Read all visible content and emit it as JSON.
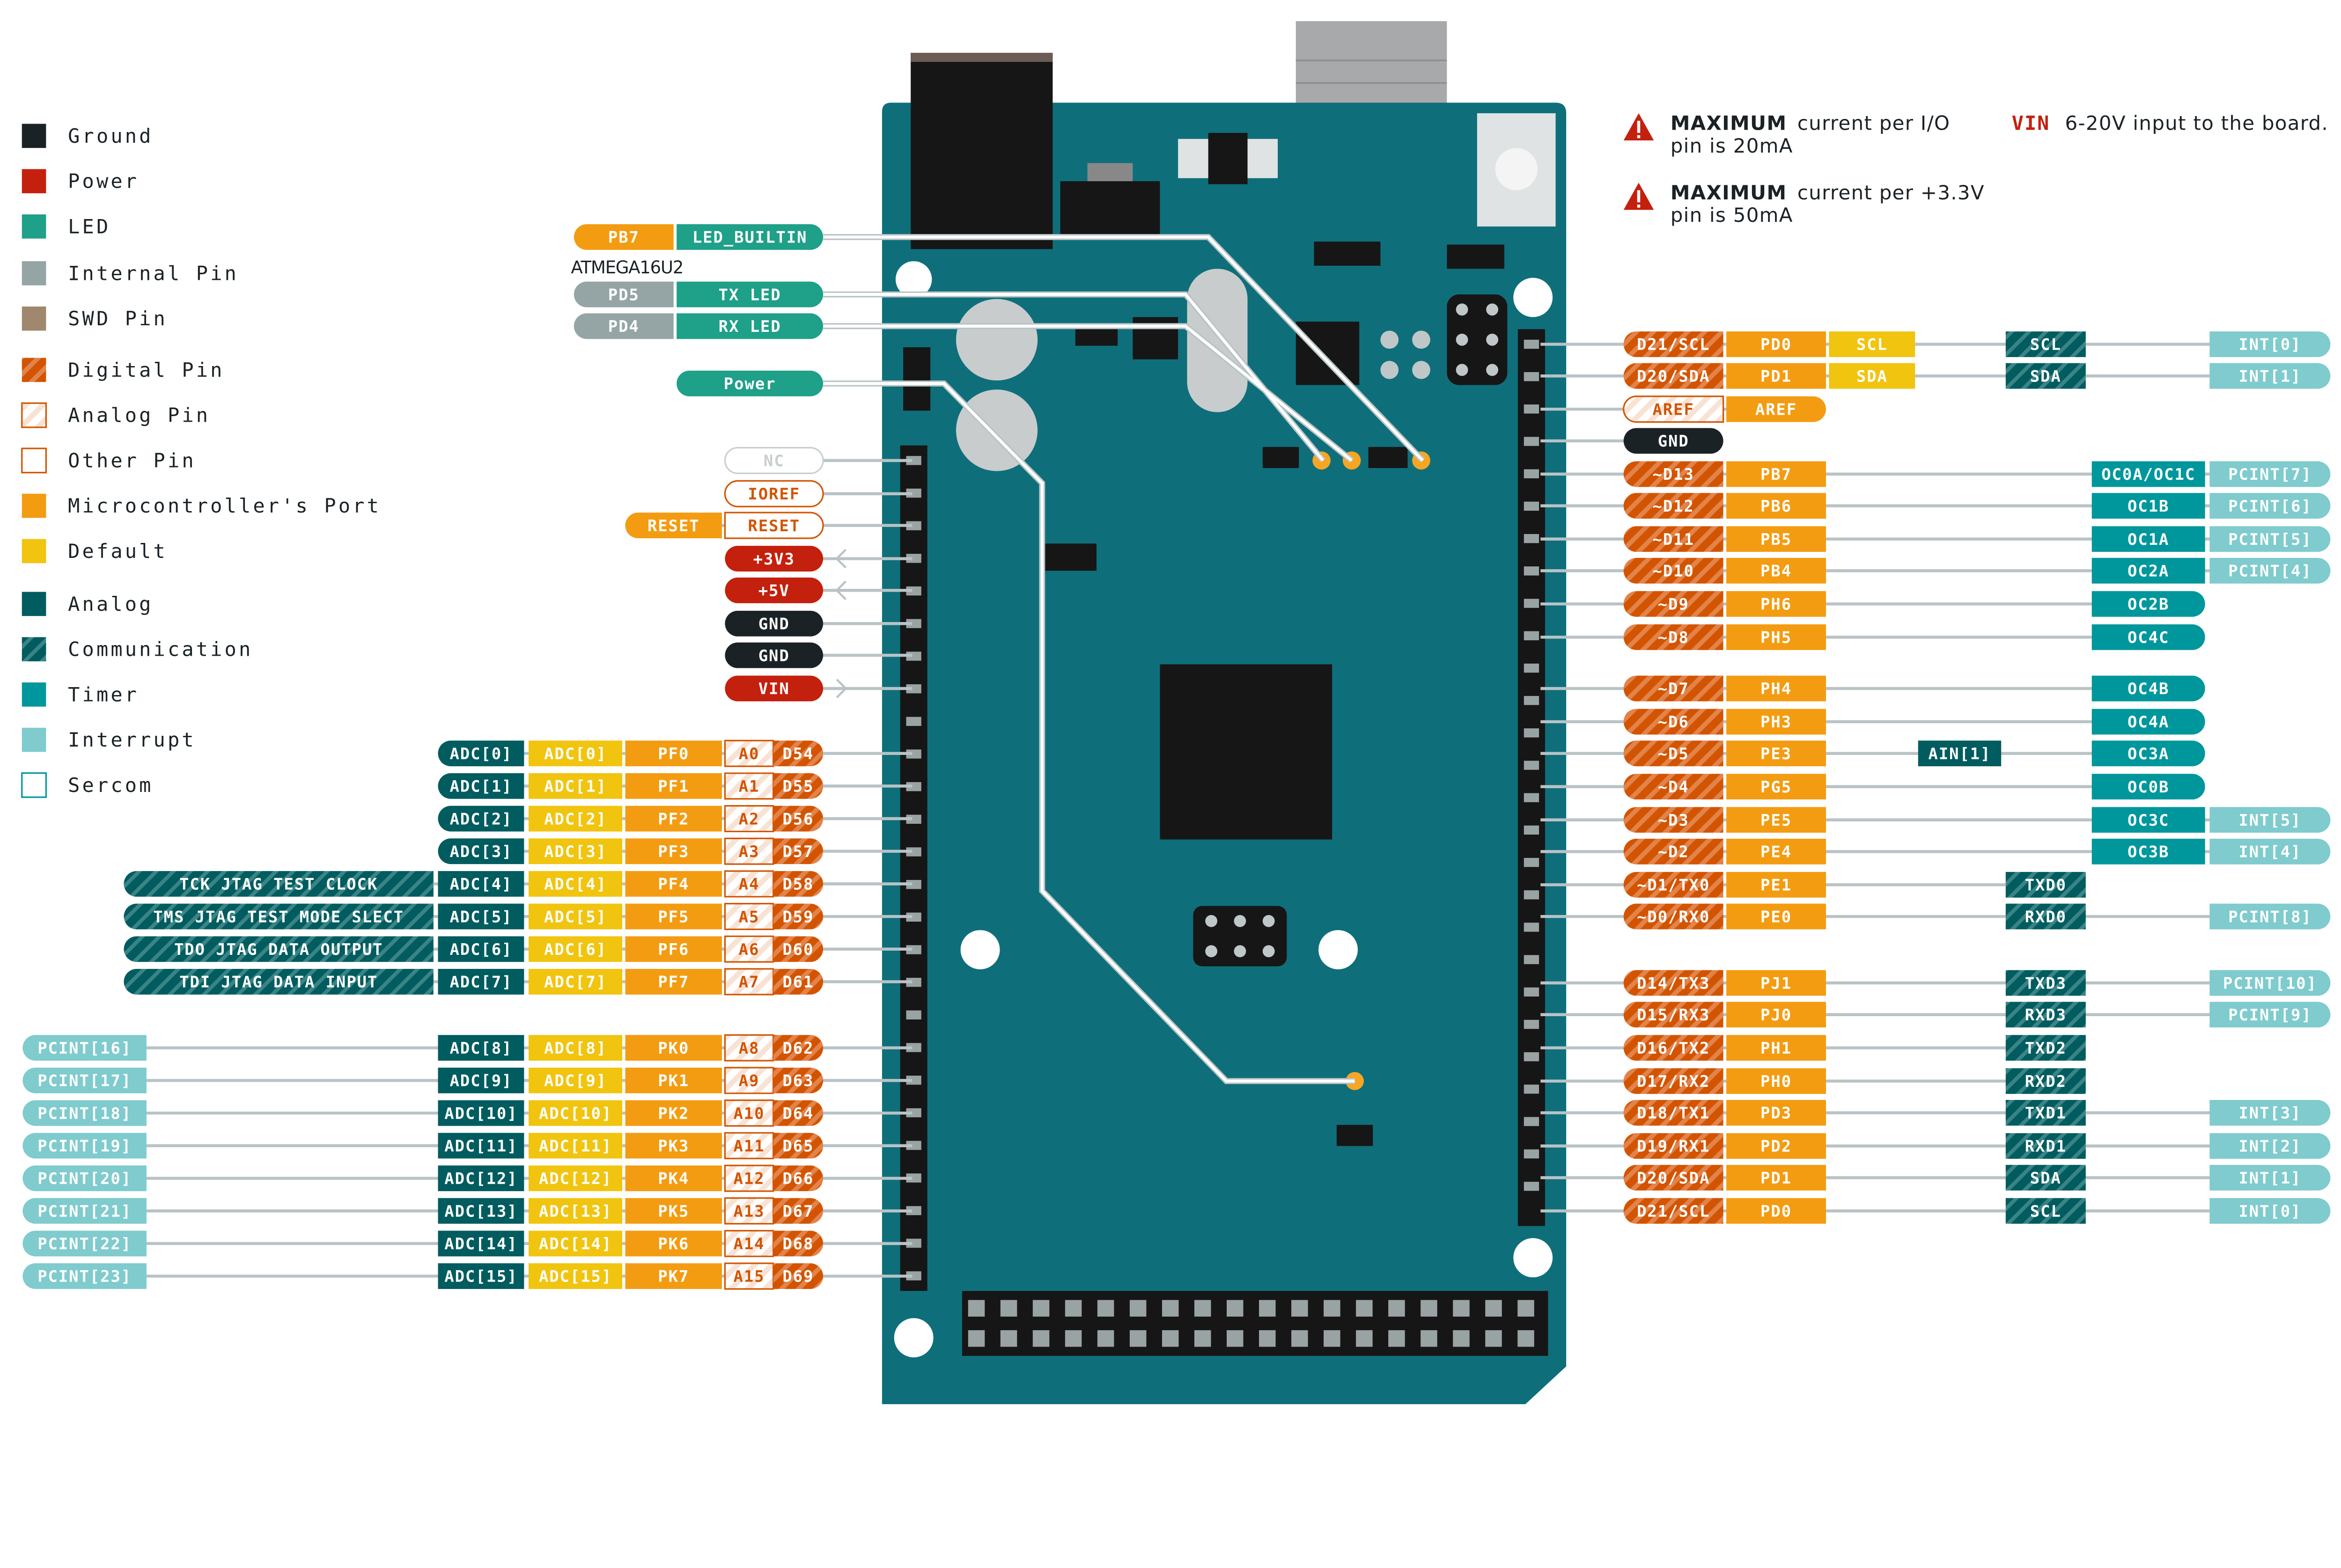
{
  "colors": {
    "ground": "#1b2226",
    "power": "#c4200e",
    "led": "#1fa088",
    "internal": "#95a5a6",
    "swd": "#a0886e",
    "digital": "#d35400",
    "apin": "#ffffff",
    "other": "#ffffff",
    "port": "#f39c12",
    "default": "#f1c40f",
    "analog": "#005c5f",
    "comm": "#005c5f",
    "timer": "#00979c",
    "interrupt": "#7fcbcd",
    "board": "#0e6f7b"
  },
  "legend": [
    {
      "kind": "ground",
      "label": "Ground"
    },
    {
      "kind": "power",
      "label": "Power"
    },
    {
      "kind": "led",
      "label": "LED"
    },
    {
      "kind": "internal",
      "label": "Internal Pin"
    },
    {
      "kind": "swd",
      "label": "SWD Pin"
    },
    {
      "kind": "digital",
      "label": "Digital Pin"
    },
    {
      "kind": "apin",
      "label": "Analog Pin"
    },
    {
      "kind": "other",
      "label": "Other Pin"
    },
    {
      "kind": "port",
      "label": "Microcontroller's Port"
    },
    {
      "kind": "default",
      "label": "Default"
    },
    {
      "kind": "analog",
      "label": "Analog"
    },
    {
      "kind": "comm",
      "label": "Communication"
    },
    {
      "kind": "timer",
      "label": "Timer"
    },
    {
      "kind": "interrupt",
      "label": "Interrupt"
    },
    {
      "kind": "sercom",
      "label": "Sercom"
    }
  ],
  "notes": {
    "warn1_bold": "MAXIMUM",
    "warn1_text": "current per I/O",
    "warn1_line2": "pin is 20mA",
    "warn2_bold": "MAXIMUM",
    "warn2_text": "current per +3.3V",
    "warn2_line2": "pin is 50mA",
    "vin_label": "VIN",
    "vin_text": "6-20V input to the board."
  },
  "chip_label": "ATMEGA16U2",
  "left_rows": [
    [
      {
        "t": "PB7",
        "k": "port"
      },
      {
        "t": "LED_BUILTIN",
        "k": "led"
      }
    ],
    [
      {
        "t": "PD5",
        "k": "internal"
      },
      {
        "t": "TX LED",
        "k": "led"
      }
    ],
    [
      {
        "t": "PD4",
        "k": "internal"
      },
      {
        "t": "RX LED",
        "k": "led"
      }
    ],
    [
      {
        "t": "Power",
        "k": "led"
      }
    ],
    [
      {
        "t": "NC",
        "k": "nc"
      }
    ],
    [
      {
        "t": "IOREF",
        "k": "other"
      }
    ],
    [
      {
        "t": "RESET",
        "k": "port"
      },
      {
        "t": "RESET",
        "k": "other"
      }
    ],
    [
      {
        "t": "+3V3",
        "k": "power"
      }
    ],
    [
      {
        "t": "+5V",
        "k": "power"
      }
    ],
    [
      {
        "t": "GND",
        "k": "ground"
      }
    ],
    [
      {
        "t": "GND",
        "k": "ground"
      }
    ],
    [
      {
        "t": "VIN",
        "k": "power"
      }
    ],
    [
      {
        "t": "ADC[0]",
        "k": "analog"
      },
      {
        "t": "ADC[0]",
        "k": "default"
      },
      {
        "t": "PF0",
        "k": "port"
      },
      {
        "t": "A0",
        "k": "apin"
      },
      {
        "t": "D54",
        "k": "digital"
      }
    ],
    [
      {
        "t": "ADC[1]",
        "k": "analog"
      },
      {
        "t": "ADC[1]",
        "k": "default"
      },
      {
        "t": "PF1",
        "k": "port"
      },
      {
        "t": "A1",
        "k": "apin"
      },
      {
        "t": "D55",
        "k": "digital"
      }
    ],
    [
      {
        "t": "ADC[2]",
        "k": "analog"
      },
      {
        "t": "ADC[2]",
        "k": "default"
      },
      {
        "t": "PF2",
        "k": "port"
      },
      {
        "t": "A2",
        "k": "apin"
      },
      {
        "t": "D56",
        "k": "digital"
      }
    ],
    [
      {
        "t": "ADC[3]",
        "k": "analog"
      },
      {
        "t": "ADC[3]",
        "k": "default"
      },
      {
        "t": "PF3",
        "k": "port"
      },
      {
        "t": "A3",
        "k": "apin"
      },
      {
        "t": "D57",
        "k": "digital"
      }
    ],
    [
      {
        "t": "TCK JTAG TEST CLOCK",
        "k": "comm"
      },
      {
        "t": "ADC[4]",
        "k": "analog"
      },
      {
        "t": "ADC[4]",
        "k": "default"
      },
      {
        "t": "PF4",
        "k": "port"
      },
      {
        "t": "A4",
        "k": "apin"
      },
      {
        "t": "D58",
        "k": "digital"
      }
    ],
    [
      {
        "t": "TMS JTAG TEST MODE SLECT",
        "k": "comm"
      },
      {
        "t": "ADC[5]",
        "k": "analog"
      },
      {
        "t": "ADC[5]",
        "k": "default"
      },
      {
        "t": "PF5",
        "k": "port"
      },
      {
        "t": "A5",
        "k": "apin"
      },
      {
        "t": "D59",
        "k": "digital"
      }
    ],
    [
      {
        "t": "TDO JTAG DATA OUTPUT",
        "k": "comm"
      },
      {
        "t": "ADC[6]",
        "k": "analog"
      },
      {
        "t": "ADC[6]",
        "k": "default"
      },
      {
        "t": "PF6",
        "k": "port"
      },
      {
        "t": "A6",
        "k": "apin"
      },
      {
        "t": "D60",
        "k": "digital"
      }
    ],
    [
      {
        "t": "TDI JTAG DATA INPUT",
        "k": "comm"
      },
      {
        "t": "ADC[7]",
        "k": "analog"
      },
      {
        "t": "ADC[7]",
        "k": "default"
      },
      {
        "t": "PF7",
        "k": "port"
      },
      {
        "t": "A7",
        "k": "apin"
      },
      {
        "t": "D61",
        "k": "digital"
      }
    ],
    [
      {
        "t": "PCINT[16]",
        "k": "interrupt"
      },
      {
        "t": "ADC[8]",
        "k": "analog"
      },
      {
        "t": "ADC[8]",
        "k": "default"
      },
      {
        "t": "PK0",
        "k": "port"
      },
      {
        "t": "A8",
        "k": "apin"
      },
      {
        "t": "D62",
        "k": "digital"
      }
    ],
    [
      {
        "t": "PCINT[17]",
        "k": "interrupt"
      },
      {
        "t": "ADC[9]",
        "k": "analog"
      },
      {
        "t": "ADC[9]",
        "k": "default"
      },
      {
        "t": "PK1",
        "k": "port"
      },
      {
        "t": "A9",
        "k": "apin"
      },
      {
        "t": "D63",
        "k": "digital"
      }
    ],
    [
      {
        "t": "PCINT[18]",
        "k": "interrupt"
      },
      {
        "t": "ADC[10]",
        "k": "analog"
      },
      {
        "t": "ADC[10]",
        "k": "default"
      },
      {
        "t": "PK2",
        "k": "port"
      },
      {
        "t": "A10",
        "k": "apin"
      },
      {
        "t": "D64",
        "k": "digital"
      }
    ],
    [
      {
        "t": "PCINT[19]",
        "k": "interrupt"
      },
      {
        "t": "ADC[11]",
        "k": "analog"
      },
      {
        "t": "ADC[11]",
        "k": "default"
      },
      {
        "t": "PK3",
        "k": "port"
      },
      {
        "t": "A11",
        "k": "apin"
      },
      {
        "t": "D65",
        "k": "digital"
      }
    ],
    [
      {
        "t": "PCINT[20]",
        "k": "interrupt"
      },
      {
        "t": "ADC[12]",
        "k": "analog"
      },
      {
        "t": "ADC[12]",
        "k": "default"
      },
      {
        "t": "PK4",
        "k": "port"
      },
      {
        "t": "A12",
        "k": "apin"
      },
      {
        "t": "D66",
        "k": "digital"
      }
    ],
    [
      {
        "t": "PCINT[21]",
        "k": "interrupt"
      },
      {
        "t": "ADC[13]",
        "k": "analog"
      },
      {
        "t": "ADC[13]",
        "k": "default"
      },
      {
        "t": "PK5",
        "k": "port"
      },
      {
        "t": "A13",
        "k": "apin"
      },
      {
        "t": "D67",
        "k": "digital"
      }
    ],
    [
      {
        "t": "PCINT[22]",
        "k": "interrupt"
      },
      {
        "t": "ADC[14]",
        "k": "analog"
      },
      {
        "t": "ADC[14]",
        "k": "default"
      },
      {
        "t": "PK6",
        "k": "port"
      },
      {
        "t": "A14",
        "k": "apin"
      },
      {
        "t": "D68",
        "k": "digital"
      }
    ],
    [
      {
        "t": "PCINT[23]",
        "k": "interrupt"
      },
      {
        "t": "ADC[15]",
        "k": "analog"
      },
      {
        "t": "ADC[15]",
        "k": "default"
      },
      {
        "t": "PK7",
        "k": "port"
      },
      {
        "t": "A15",
        "k": "apin"
      },
      {
        "t": "D69",
        "k": "digital"
      }
    ]
  ],
  "right_rows": [
    [
      {
        "t": "D21/SCL",
        "k": "digital"
      },
      {
        "t": "PD0",
        "k": "port"
      },
      {
        "t": "SCL",
        "k": "default"
      },
      {
        "t": "SCL",
        "k": "comm"
      },
      {
        "t": "INT[0]",
        "k": "interrupt"
      }
    ],
    [
      {
        "t": "D20/SDA",
        "k": "digital"
      },
      {
        "t": "PD1",
        "k": "port"
      },
      {
        "t": "SDA",
        "k": "default"
      },
      {
        "t": "SDA",
        "k": "comm"
      },
      {
        "t": "INT[1]",
        "k": "interrupt"
      }
    ],
    [
      {
        "t": "AREF",
        "k": "apin"
      },
      {
        "t": "AREF",
        "k": "port"
      }
    ],
    [
      {
        "t": "GND",
        "k": "ground"
      }
    ],
    [
      {
        "t": "~D13",
        "k": "digital"
      },
      {
        "t": "PB7",
        "k": "port"
      },
      {
        "t": "OC0A/OC1C",
        "k": "timer"
      },
      {
        "t": "PCINT[7]",
        "k": "interrupt"
      }
    ],
    [
      {
        "t": "~D12",
        "k": "digital"
      },
      {
        "t": "PB6",
        "k": "port"
      },
      {
        "t": "OC1B",
        "k": "timer"
      },
      {
        "t": "PCINT[6]",
        "k": "interrupt"
      }
    ],
    [
      {
        "t": "~D11",
        "k": "digital"
      },
      {
        "t": "PB5",
        "k": "port"
      },
      {
        "t": "OC1A",
        "k": "timer"
      },
      {
        "t": "PCINT[5]",
        "k": "interrupt"
      }
    ],
    [
      {
        "t": "~D10",
        "k": "digital"
      },
      {
        "t": "PB4",
        "k": "port"
      },
      {
        "t": "OC2A",
        "k": "timer"
      },
      {
        "t": "PCINT[4]",
        "k": "interrupt"
      }
    ],
    [
      {
        "t": "~D9",
        "k": "digital"
      },
      {
        "t": "PH6",
        "k": "port"
      },
      {
        "t": "OC2B",
        "k": "timer"
      }
    ],
    [
      {
        "t": "~D8",
        "k": "digital"
      },
      {
        "t": "PH5",
        "k": "port"
      },
      {
        "t": "OC4C",
        "k": "timer"
      }
    ],
    [
      {
        "t": "~D7",
        "k": "digital"
      },
      {
        "t": "PH4",
        "k": "port"
      },
      {
        "t": "OC4B",
        "k": "timer"
      }
    ],
    [
      {
        "t": "~D6",
        "k": "digital"
      },
      {
        "t": "PH3",
        "k": "port"
      },
      {
        "t": "OC4A",
        "k": "timer"
      }
    ],
    [
      {
        "t": "~D5",
        "k": "digital"
      },
      {
        "t": "PE3",
        "k": "port"
      },
      {
        "t": "AIN[1]",
        "k": "analog"
      },
      {
        "t": "OC3A",
        "k": "timer"
      }
    ],
    [
      {
        "t": "~D4",
        "k": "digital"
      },
      {
        "t": "PG5",
        "k": "port"
      },
      {
        "t": "OC0B",
        "k": "timer"
      }
    ],
    [
      {
        "t": "~D3",
        "k": "digital"
      },
      {
        "t": "PE5",
        "k": "port"
      },
      {
        "t": "OC3C",
        "k": "timer"
      },
      {
        "t": "INT[5]",
        "k": "interrupt"
      }
    ],
    [
      {
        "t": "~D2",
        "k": "digital"
      },
      {
        "t": "PE4",
        "k": "port"
      },
      {
        "t": "OC3B",
        "k": "timer"
      },
      {
        "t": "INT[4]",
        "k": "interrupt"
      }
    ],
    [
      {
        "t": "~D1/TX0",
        "k": "digital"
      },
      {
        "t": "PE1",
        "k": "port"
      },
      {
        "t": "TXD0",
        "k": "comm"
      }
    ],
    [
      {
        "t": "~D0/RX0",
        "k": "digital"
      },
      {
        "t": "PE0",
        "k": "port"
      },
      {
        "t": "RXD0",
        "k": "comm"
      },
      {
        "t": "PCINT[8]",
        "k": "interrupt"
      }
    ],
    [
      {
        "t": "D14/TX3",
        "k": "digital"
      },
      {
        "t": "PJ1",
        "k": "port"
      },
      {
        "t": "TXD3",
        "k": "comm"
      },
      {
        "t": "PCINT[10]",
        "k": "interrupt"
      }
    ],
    [
      {
        "t": "D15/RX3",
        "k": "digital"
      },
      {
        "t": "PJ0",
        "k": "port"
      },
      {
        "t": "RXD3",
        "k": "comm"
      },
      {
        "t": "PCINT[9]",
        "k": "interrupt"
      }
    ],
    [
      {
        "t": "D16/TX2",
        "k": "digital"
      },
      {
        "t": "PH1",
        "k": "port"
      },
      {
        "t": "TXD2",
        "k": "comm"
      }
    ],
    [
      {
        "t": "D17/RX2",
        "k": "digital"
      },
      {
        "t": "PH0",
        "k": "port"
      },
      {
        "t": "RXD2",
        "k": "comm"
      }
    ],
    [
      {
        "t": "D18/TX1",
        "k": "digital"
      },
      {
        "t": "PD3",
        "k": "port"
      },
      {
        "t": "TXD1",
        "k": "comm"
      },
      {
        "t": "INT[3]",
        "k": "interrupt"
      }
    ],
    [
      {
        "t": "D19/RX1",
        "k": "digital"
      },
      {
        "t": "PD2",
        "k": "port"
      },
      {
        "t": "RXD1",
        "k": "comm"
      },
      {
        "t": "INT[2]",
        "k": "interrupt"
      }
    ],
    [
      {
        "t": "D20/SDA",
        "k": "digital"
      },
      {
        "t": "PD1",
        "k": "port"
      },
      {
        "t": "SDA",
        "k": "comm"
      },
      {
        "t": "INT[1]",
        "k": "interrupt"
      }
    ],
    [
      {
        "t": "D21/SCL",
        "k": "digital"
      },
      {
        "t": "PD0",
        "k": "port"
      },
      {
        "t": "SCL",
        "k": "comm"
      },
      {
        "t": "INT[0]",
        "k": "interrupt"
      }
    ]
  ]
}
